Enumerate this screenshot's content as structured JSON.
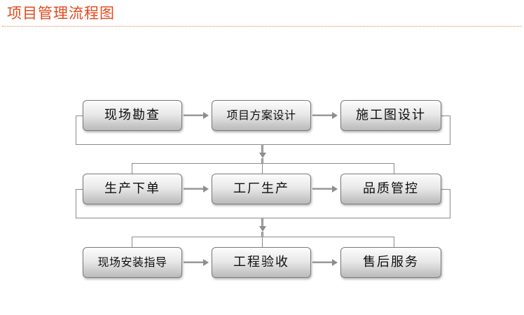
{
  "page": {
    "title": "项目管理流程图",
    "title_color": "#e2491c",
    "rule_color": "#e8805c",
    "background": "#ffffff"
  },
  "diagram": {
    "type": "flowchart",
    "orientation": "three-row serpentine with feedback loops",
    "node_border_color": "#7b7b7b",
    "connector_color": "#8a8a8a",
    "rows": [
      {
        "id": "row-1",
        "nodes": [
          {
            "id": "n1",
            "label": "现场勘查"
          },
          {
            "id": "n2",
            "label": "项目方案设计"
          },
          {
            "id": "n3",
            "label": "施工图设计"
          }
        ]
      },
      {
        "id": "row-2",
        "nodes": [
          {
            "id": "n4",
            "label": "生产下单"
          },
          {
            "id": "n5",
            "label": "工厂生产"
          },
          {
            "id": "n6",
            "label": "品质管控"
          }
        ]
      },
      {
        "id": "row-3",
        "nodes": [
          {
            "id": "n7",
            "label": "现场安装指导"
          },
          {
            "id": "n8",
            "label": "工程验收"
          },
          {
            "id": "n9",
            "label": "售后服务"
          }
        ]
      }
    ]
  }
}
